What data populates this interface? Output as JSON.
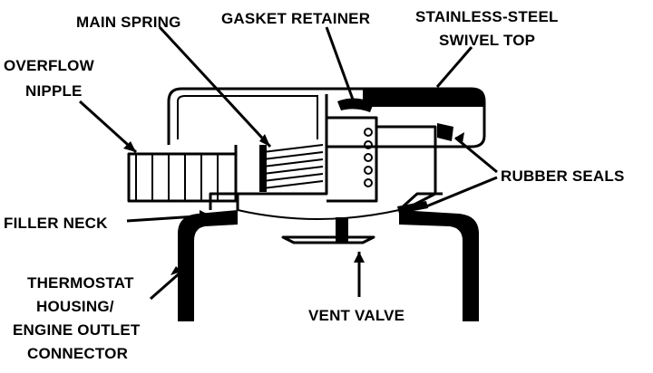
{
  "diagram": {
    "labels": {
      "main_spring": "MAIN SPRING",
      "gasket_retainer": "GASKET RETAINER",
      "swivel_top_line1": "STAINLESS-STEEL",
      "swivel_top_line2": "SWIVEL TOP",
      "overflow_line1": "OVERFLOW",
      "overflow_line2": "NIPPLE",
      "rubber_seals": "RUBBER SEALS",
      "filler_neck": "FILLER NECK",
      "thermostat_line1": "THERMOSTAT",
      "thermostat_line2": "HOUSING/",
      "thermostat_line3": "ENGINE OUTLET",
      "thermostat_line4": "CONNECTOR",
      "vent_valve": "VENT VALVE"
    },
    "colors": {
      "ink": "#000000",
      "paper": "#ffffff"
    }
  }
}
